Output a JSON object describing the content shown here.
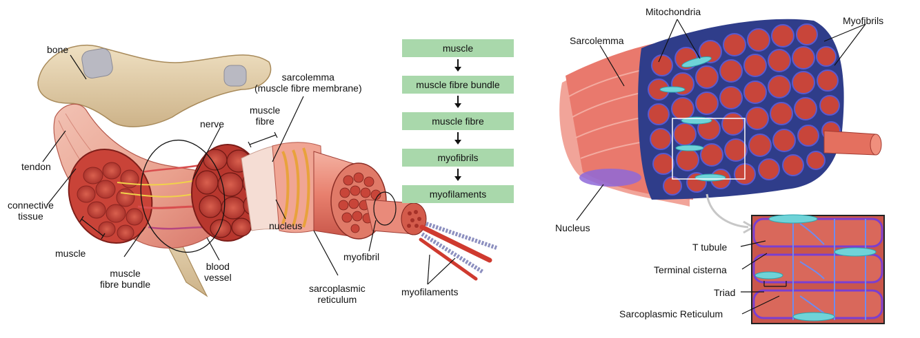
{
  "left_diagram": {
    "labels": {
      "bone": "bone",
      "tendon": "tendon",
      "connective_tissue": "connective\ntissue",
      "muscle": "muscle",
      "muscle_fibre_bundle": "muscle\nfibre bundle",
      "nerve": "nerve",
      "blood_vessel": "blood\nvessel",
      "muscle_fibre": "muscle\nfibre",
      "sarcolemma": "sarcolemma\n(muscle fibre membrane)",
      "nucleus": "nucleus",
      "sarcoplasmic_reticulum": "sarcoplasmic\nreticulum",
      "myofibril": "myofibril",
      "myofilaments": "myofilaments"
    }
  },
  "flowchart": {
    "steps": [
      "muscle",
      "muscle fibre bundle",
      "muscle fibre",
      "myofibrils",
      "myofilaments"
    ],
    "box_color": "#a9d8ab"
  },
  "right_diagram": {
    "labels": {
      "mitochondria": "Mitochondria",
      "myofibrils": "Myofibrils",
      "sarcolemma": "Sarcolemma",
      "nucleus": "Nucleus",
      "t_tubule": "T tubule",
      "terminal_cisterna": "Terminal cisterna",
      "triad": "Triad",
      "sarcoplasmic_reticulum": "Sarcoplasmic Reticulum"
    }
  },
  "colors": {
    "muscle_red": "#c8453a",
    "muscle_light": "#ef9a8a",
    "bone": "#e3cfa8",
    "reticulum_blue": "#6a6ad6",
    "mitochondria_cyan": "#6fd3d8"
  }
}
